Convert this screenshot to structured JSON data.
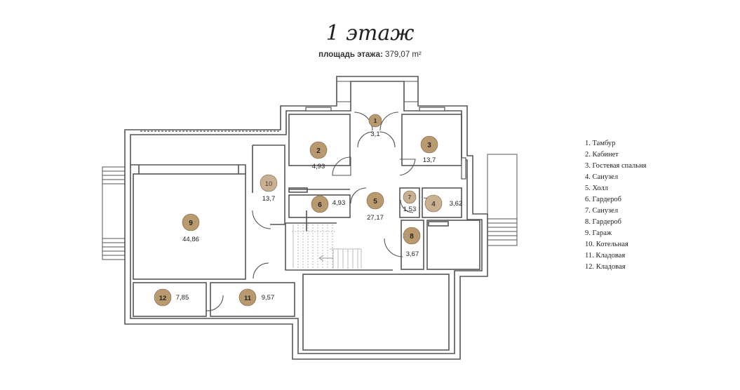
{
  "header": {
    "title": "1 этаж",
    "area_label": "площадь этажа:",
    "area_value": "379,07 m²"
  },
  "colors": {
    "wall": "#555555",
    "badge_fill": "#b89a6e",
    "badge_fill_light": "#c9b091",
    "hatch": "#bbbbbb"
  },
  "rooms": [
    {
      "id": "1",
      "area": "3,1"
    },
    {
      "id": "2",
      "area": "4,93"
    },
    {
      "id": "3",
      "area": "13,7"
    },
    {
      "id": "4",
      "area": "3,62"
    },
    {
      "id": "5",
      "area": "27,17"
    },
    {
      "id": "6",
      "area": "4,93"
    },
    {
      "id": "7",
      "area": "1,53"
    },
    {
      "id": "8",
      "area": "3,67"
    },
    {
      "id": "9",
      "area": "44,86"
    },
    {
      "id": "10",
      "area": "13,7"
    },
    {
      "id": "11",
      "area": "9,57"
    },
    {
      "id": "12",
      "area": "7,85"
    }
  ],
  "legend": [
    "1. Тамбур",
    "2. Кабинет",
    "3. Гостевая спальня",
    "4. Санузел",
    "5. Холл",
    "6. Гардероб",
    "7. Санузел",
    "8. Гардероб",
    "9. Гараж",
    "10. Котельная",
    "11. Кладовая",
    "12. Кладовая"
  ]
}
